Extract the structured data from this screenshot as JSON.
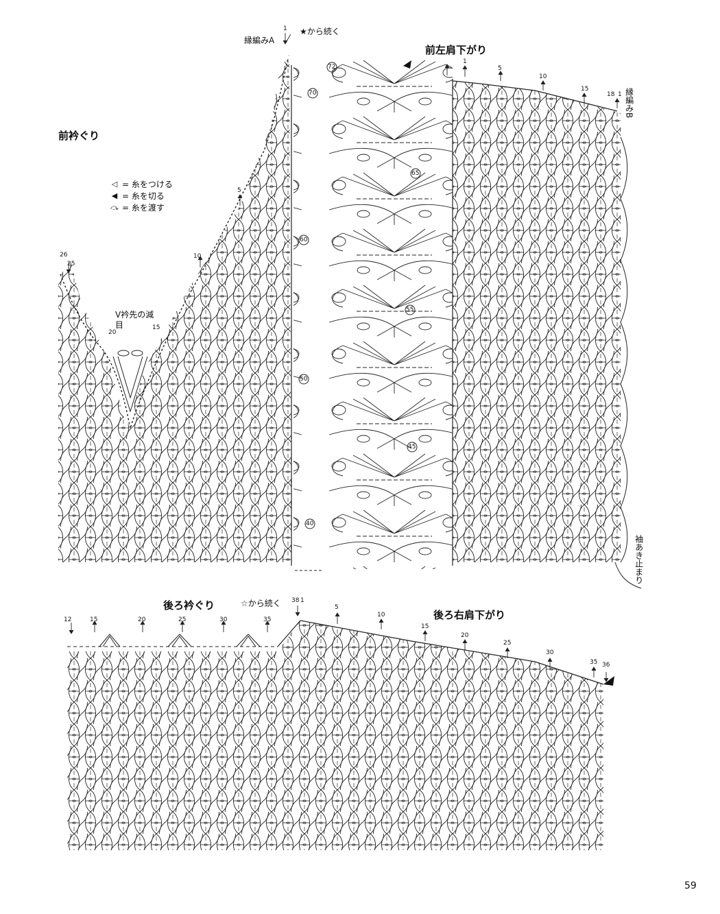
{
  "titles": {
    "front_neckline": "前衿ぐり",
    "front_left_shoulder": "前左肩下がり",
    "back_neckline": "後ろ衿ぐり",
    "back_right_shoulder": "後ろ右肩下がり"
  },
  "annotations": {
    "edging_a": "縁編みA",
    "edging_b": "縁編みB",
    "continue_black_star": "★から続く",
    "continue_white_star": "☆から続く",
    "v_neck_decrease": "V衿先の減目",
    "sleeve_opening_end": "袖あき止まり"
  },
  "legend": [
    {
      "symbol": "◁",
      "icon": "attach-yarn-icon",
      "text": "= 糸をつける"
    },
    {
      "symbol": "◀",
      "icon": "cut-yarn-icon",
      "text": "= 糸を切る"
    },
    {
      "symbol": "⤼",
      "icon": "carry-yarn-icon",
      "text": "= 糸を渡す"
    }
  ],
  "front_row_numbers": [
    "1",
    "5",
    "10",
    "15",
    "18",
    "1",
    "26",
    "25",
    "20",
    "15",
    "10",
    "5",
    "1"
  ],
  "circled_rows": [
    "72",
    "70",
    "65",
    "60",
    "55",
    "50",
    "45",
    "40"
  ],
  "back_row_numbers": [
    "12",
    "15",
    "20",
    "25",
    "30",
    "35",
    "38",
    "1",
    "5",
    "10",
    "15",
    "20",
    "25",
    "30",
    "35",
    "36"
  ],
  "page_number": "59"
}
